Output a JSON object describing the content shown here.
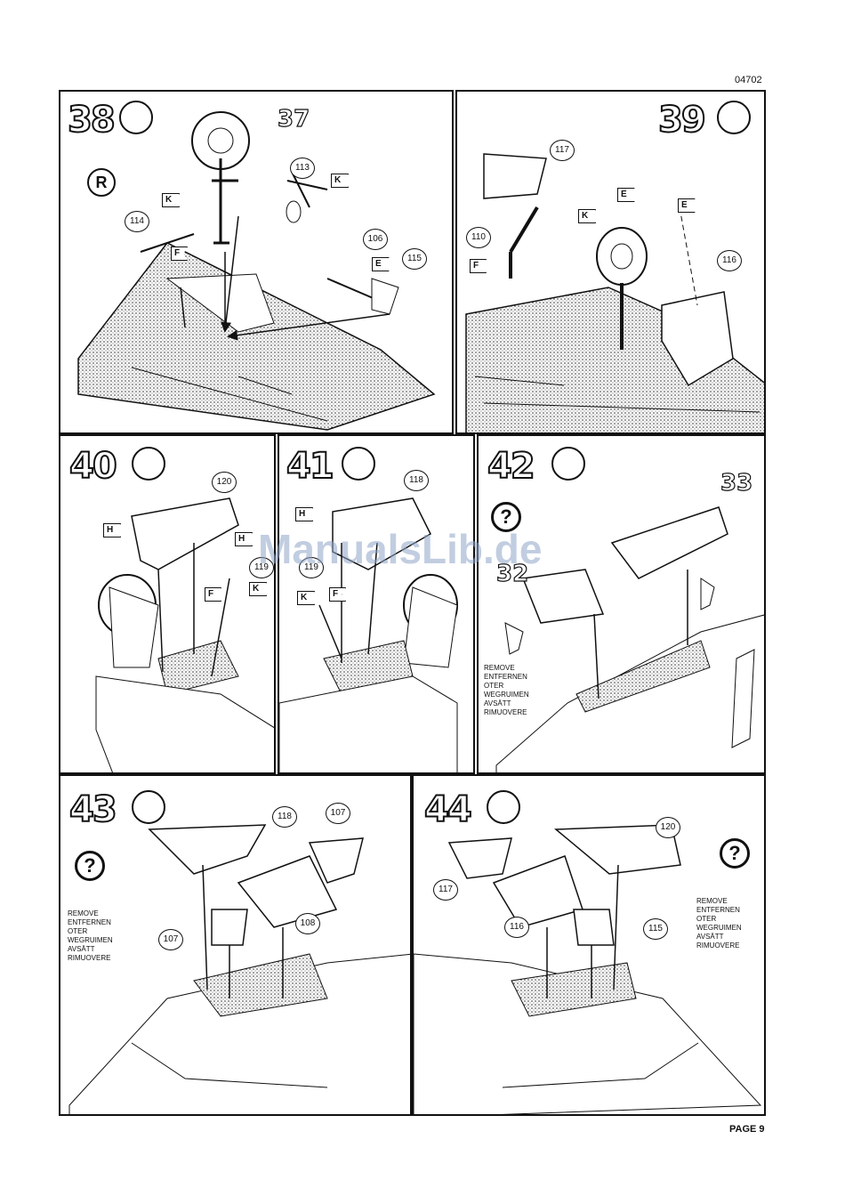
{
  "header": {
    "code": "04702"
  },
  "footer": {
    "page": "PAGE 9"
  },
  "watermark": "ManualsLib.de",
  "panels": {
    "p38": {
      "step": "38",
      "ref": "37",
      "badge": "R",
      "labels": {
        "a": "113",
        "b": "114",
        "c": "106",
        "d": "115"
      },
      "flags": {
        "f1": "K",
        "f2": "K",
        "f3": "F",
        "f4": "E"
      }
    },
    "p39": {
      "step": "39",
      "labels": {
        "a": "117",
        "b": "110",
        "c": "116"
      },
      "flags": {
        "f1": "E",
        "f2": "K",
        "f3": "F",
        "f4": "E"
      }
    },
    "p40": {
      "step": "40",
      "labels": {
        "a": "120",
        "b": "119"
      },
      "flags": {
        "f1": "H",
        "f2": "H",
        "f3": "F",
        "f4": "K"
      }
    },
    "p41": {
      "step": "41",
      "labels": {
        "a": "118",
        "b": "119"
      },
      "flags": {
        "f1": "H",
        "f2": "F",
        "f3": "K"
      }
    },
    "p42": {
      "step": "42",
      "ref_a": "33",
      "ref_b": "32",
      "remove": [
        "REMOVE",
        "ENTFERNEN",
        "OTER",
        "WEGRUIMEN",
        "AVSÄTT",
        "RIMUOVERE"
      ]
    },
    "p43": {
      "step": "43",
      "labels": {
        "a": "118",
        "b": "107",
        "c": "108",
        "d": "107"
      },
      "remove": [
        "REMOVE",
        "ENTFERNEN",
        "OTER",
        "WEGRUIMEN",
        "AVSÄTT",
        "RIMUOVERE"
      ]
    },
    "p44": {
      "step": "44",
      "labels": {
        "a": "120",
        "b": "117",
        "c": "116",
        "d": "115"
      },
      "remove": [
        "REMOVE",
        "ENTFERNEN",
        "OTER",
        "WEGRUIMEN",
        "AVSÄTT",
        "RIMUOVERE"
      ]
    }
  },
  "question_mark": "?"
}
